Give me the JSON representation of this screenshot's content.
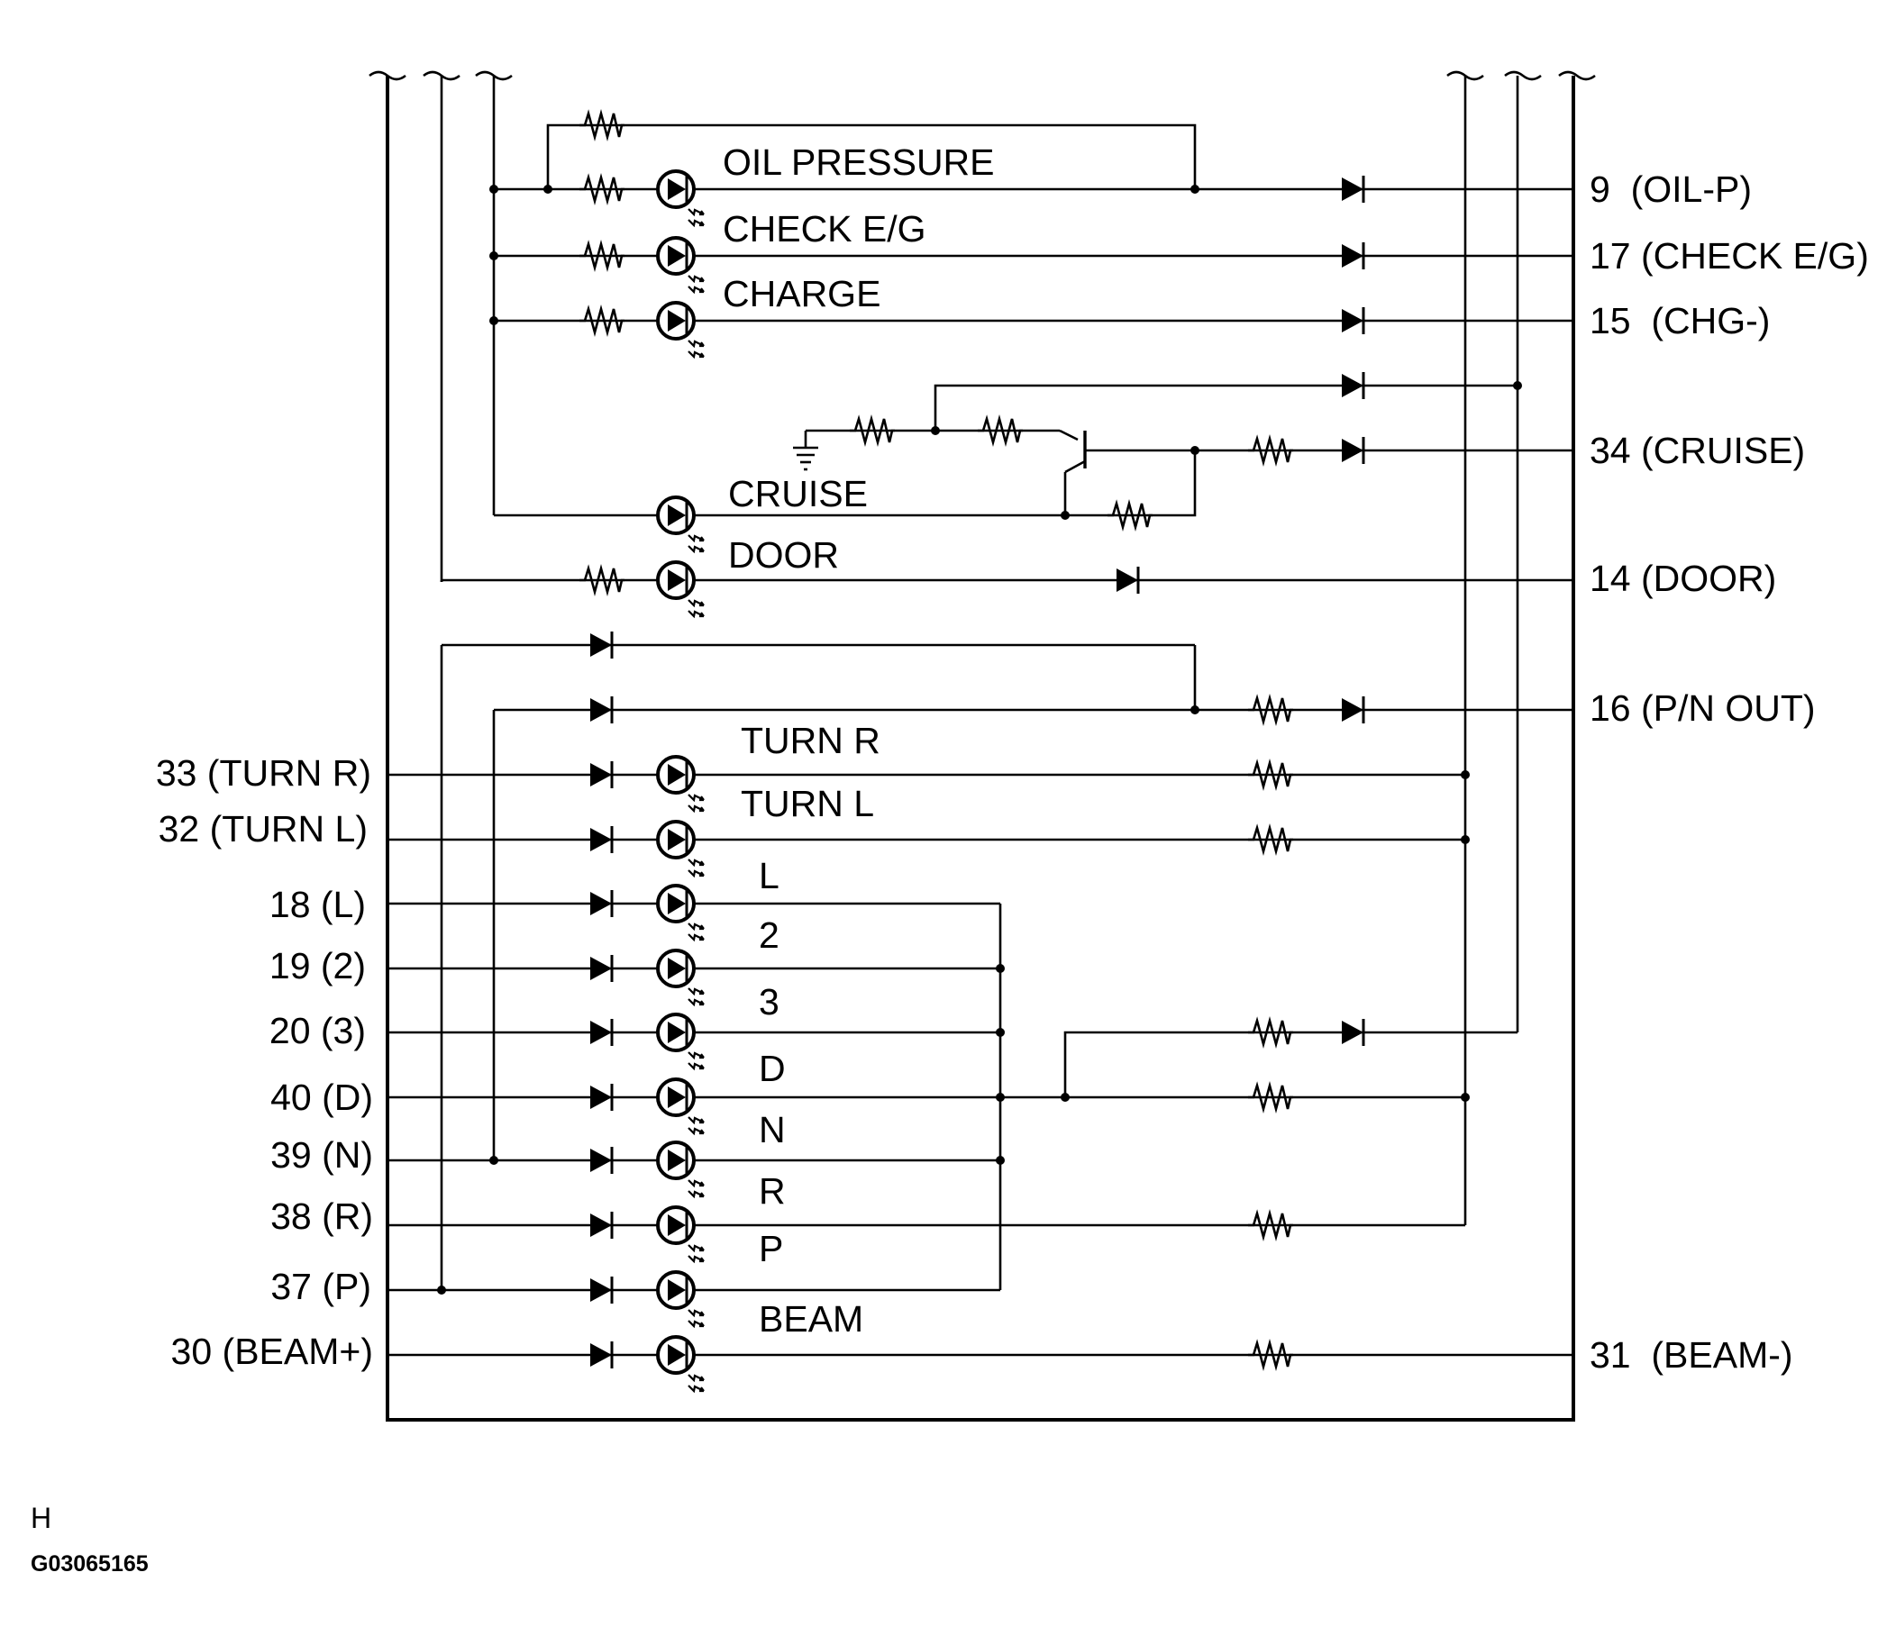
{
  "diagram": {
    "lamp_labels": {
      "oil_pressure": "OIL PRESSURE",
      "check_eg": "CHECK E/G",
      "charge": "CHARGE",
      "cruise": "CRUISE",
      "door": "DOOR",
      "turn_r": "TURN R",
      "turn_l": "TURN L",
      "l": "L",
      "two": "2",
      "three": "3",
      "d": "D",
      "n": "N",
      "r": "R",
      "p": "P",
      "beam": "BEAM"
    },
    "right_pins": {
      "oil_p": "9  (OIL-P)",
      "check_eg": "17 (CHECK E/G)",
      "chg": "15  (CHG-)",
      "cruise": "34 (CRUISE)",
      "door": "14 (DOOR)",
      "pn_out": "16 (P/N OUT)",
      "beam_minus": "31  (BEAM-)"
    },
    "left_pins": {
      "turn_r": "33 (TURN R)",
      "turn_l": "32 (TURN L)",
      "l": "18 (L)",
      "two": "19 (2)",
      "three": "20 (3)",
      "d": "40 (D)",
      "n": "39 (N)",
      "r": "38 (R)",
      "p": "37 (P)",
      "beam_plus": "30 (BEAM+)"
    },
    "footer": {
      "letter": "H",
      "figure_id": "G03065165"
    }
  }
}
